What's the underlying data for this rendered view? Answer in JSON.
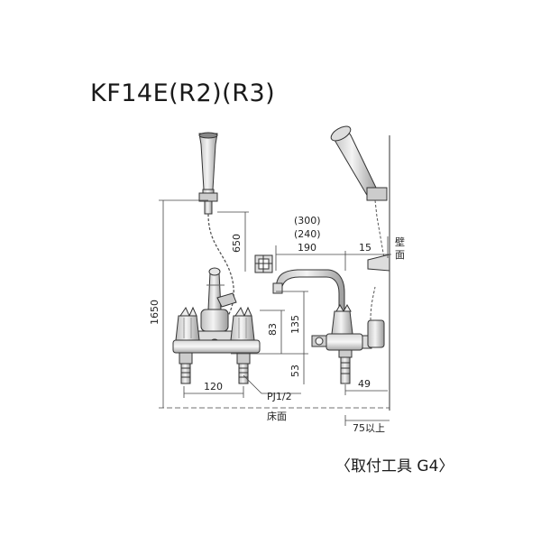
{
  "title": "KF14E(R2)(R3)",
  "caption": "〈取付工具 G4〉",
  "dimensions": {
    "total_height": "1650",
    "hanger_height": "650",
    "handle_height": "135",
    "spout_height": "83",
    "base_height": "53",
    "spacing": "120",
    "thread": "PJ1/2",
    "spout_reach_alt1": "(300)",
    "spout_reach_alt2": "(240)",
    "spout_reach": "190",
    "wall_offset": "15",
    "side_depth": "49",
    "wall_clearance": "75以上"
  },
  "labels": {
    "wall": "壁面",
    "wall_char1": "壁",
    "wall_char2": "面",
    "floor": "床面"
  }
}
